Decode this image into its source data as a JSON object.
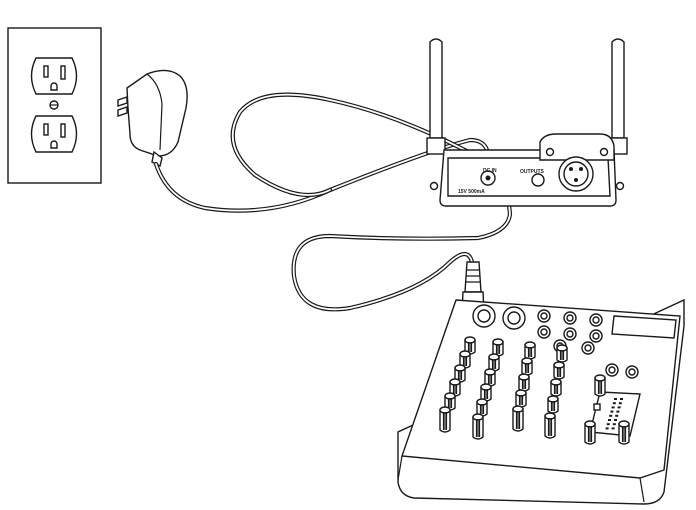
{
  "receiver": {
    "dc_in_label": "DC IN",
    "power_rating_label": "15V  500mA",
    "outputs_label": "OUTPUTS"
  },
  "icons": [
    "wall-outlet-icon",
    "power-adapter-icon",
    "wireless-receiver-icon",
    "xlr-cable-icon",
    "audio-mixer-icon"
  ]
}
